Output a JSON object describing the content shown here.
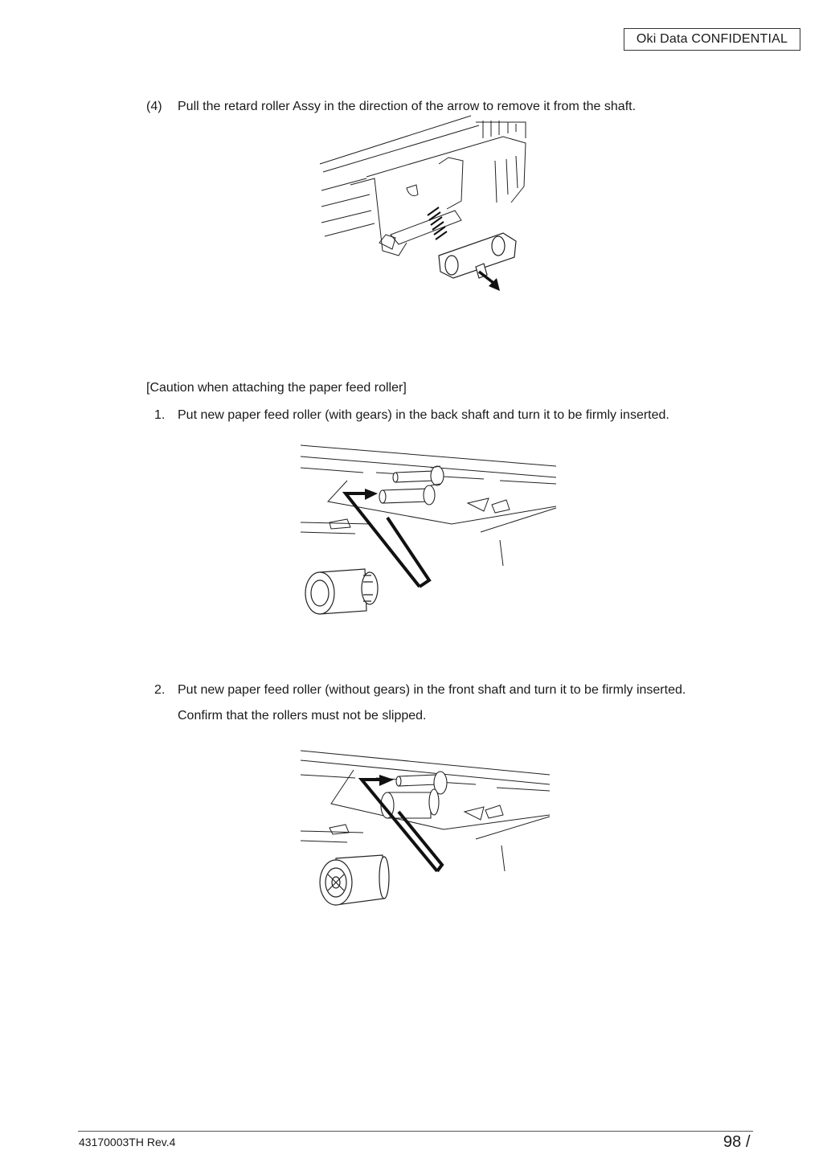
{
  "header": {
    "confidential": "Oki  Data  CONFIDENTIAL"
  },
  "step4": {
    "number": "(4)",
    "text": "Pull the retard roller Assy in the direction of the arrow to remove it from the shaft."
  },
  "caution": {
    "heading": "[Caution when attaching the paper feed roller]",
    "items": [
      {
        "number": "1.",
        "lines": [
          "Put new paper feed roller (with gears) in the back shaft and turn it to be firmly inserted."
        ]
      },
      {
        "number": "2.",
        "lines": [
          "Put new paper feed roller (without gears) in the front shaft and turn it to be firmly inserted.",
          "Confirm that the rollers must not be slipped."
        ]
      }
    ]
  },
  "footer": {
    "doc_number": "43170003TH  Rev.4",
    "page": "98",
    "slash": "/"
  }
}
